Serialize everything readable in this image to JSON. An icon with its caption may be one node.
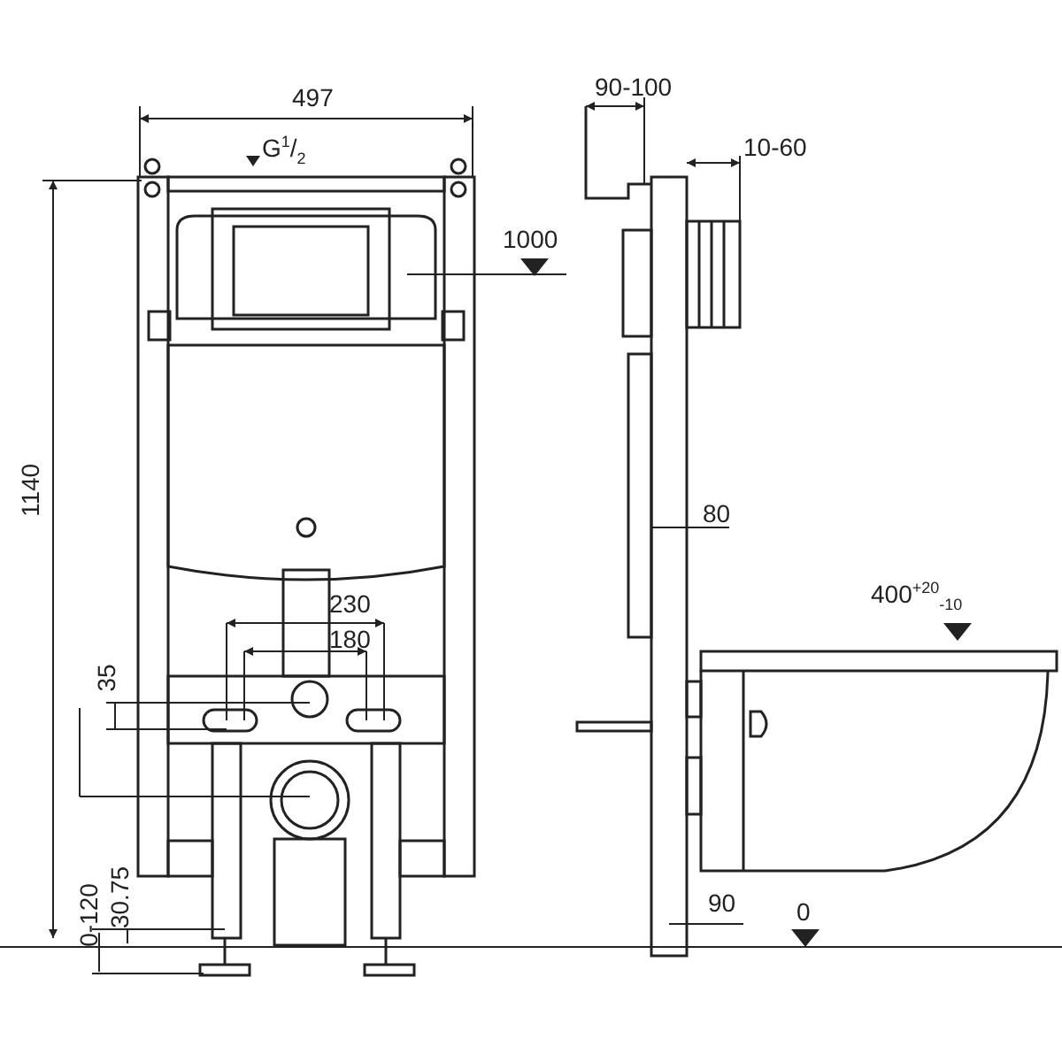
{
  "diagram": {
    "labels": [
      "497",
      "G$^{1}$/$_{2}$",
      "90-100",
      "10-60",
      "1000",
      "1140",
      "80",
      "400$^{+20}$$_{-10}$",
      "230",
      "180",
      "35",
      "0-120",
      "30.75",
      "90",
      "0"
    ]
  }
}
